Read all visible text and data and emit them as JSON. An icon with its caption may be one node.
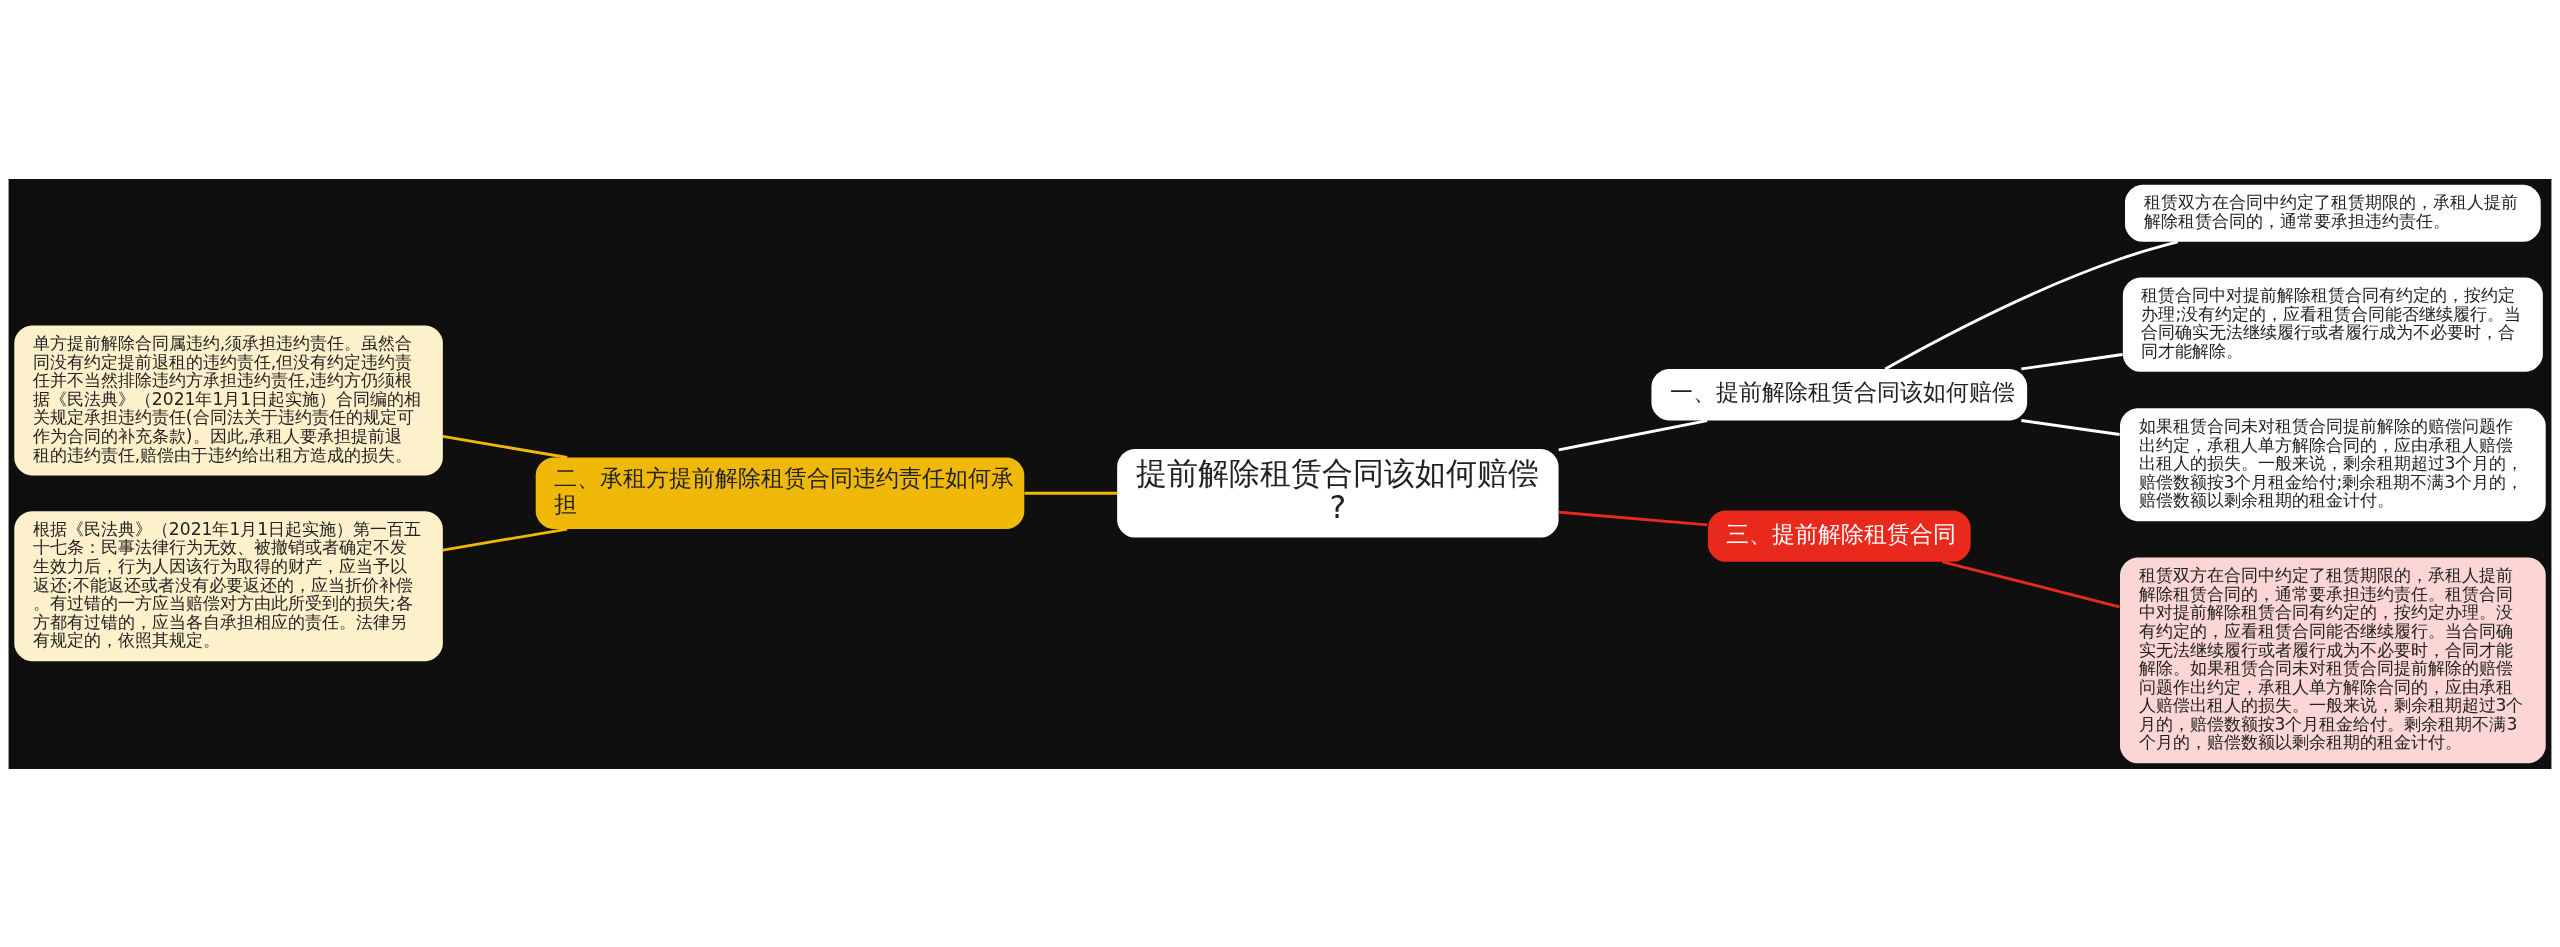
{
  "diagram": {
    "nodes": [
      {
        "text": [
          "提前解除租赁合同该如何赔偿?"
        ]
      },
      {
        "text": [
          "一、提前解除租赁合同该如何赔偿"
        ]
      },
      {
        "text": [
          "租赁双方在合同中约定了租赁期限的，承租人提前解除租赁合同的，通常要承担违约责任。"
        ]
      },
      {
        "text": [
          "租赁合同中对提前解除租赁合同有约定的，按约定办理;没有约定的，应看租赁合同能否继续履行。当合同确实无法继续履行或者履行成为不必要时，合同才能解除。"
        ]
      },
      {
        "text": [
          "如果租赁合同未对租赁合同提前解除的赔偿问题作出约定，承租人单方解除合同的，应由承租人赔偿出租人的损失。一般来说，剩余租期超过3个月的，赔偿数额按3个月租金给付;剩余租期不满3个月的，赔偿数额以剩余租期的租金计付。"
        ]
      },
      {
        "text": [
          "二、承租方提前解除租赁合同违约责任如何承担"
        ]
      },
      {
        "text": [
          "单方提前解除合同属违约,须承担违约责任。虽然合同没有约定提前退租的违约责任,但没有约定违约责任并不当然排除违约方承担违约责任,违约方仍须根据《民法典》（2021年1月1日起实施）合同编的相关规定承担违约责任(合同法关于违约责任的规定可作为合同的补充条款)。因此,承租人要承担提前退租的违约责任,赔偿由于违约给出租方造成的损失。"
        ]
      },
      {
        "text": [
          "根据《民法典》（2021年1月1日起实施）第一百五十七条：民事法律行为无效、被撤销或者确定不发生效力后，行为人因该行为取得的财产，应当予以返还;不能返还或者没有必要返还的，应当折价补偿。有过错的一方应当赔偿对方由此所受到的损失;各方都有过错的，应当各自承担相应的责任。法律另有规定的，依照其规定。"
        ]
      },
      {
        "text": [
          "三、提前解除租赁合同"
        ]
      },
      {
        "text": [
          "租赁双方在合同中约定了租赁期限的，承租人提前解除租赁合同的，通常要承担违约责任。租赁合同中对提前解除租赁合同有约定的，按约定办理。没有约定的，应看租赁合同能否继续履行。当合同确实无法继续履行或者履行成为不必要时，合同才能解除。如果租赁合同未对租赁合同提前解除的赔偿问题作出约定，承租人单方解除合同的，应由承租人赔偿出租人的损失。一般来说，剩余租期超过3个月的，赔偿数额按3个月租金给付。剩余租期不满3个月的，赔偿数额以剩余租期的租金计付。"
        ]
      }
    ],
    "edges": [
      {
        "from": 0,
        "to": 1,
        "arrow": "none",
        "color": "#ffffff"
      },
      {
        "from": 1,
        "to": 2,
        "arrow": "none",
        "color": "#ffffff"
      },
      {
        "from": 1,
        "to": 3,
        "arrow": "none",
        "color": "#ffffff"
      },
      {
        "from": 1,
        "to": 4,
        "arrow": "none",
        "color": "#ffffff"
      },
      {
        "from": 0,
        "to": 5,
        "arrow": "none",
        "color": "#f0b90a"
      },
      {
        "from": 5,
        "to": 6,
        "arrow": "none",
        "color": "#f0b90a"
      },
      {
        "from": 5,
        "to": 7,
        "arrow": "none",
        "color": "#f0b90a"
      },
      {
        "from": 0,
        "to": 8,
        "arrow": "none",
        "color": "#e8291c"
      },
      {
        "from": 8,
        "to": 9,
        "arrow": "none",
        "color": "#e8291c"
      }
    ]
  }
}
